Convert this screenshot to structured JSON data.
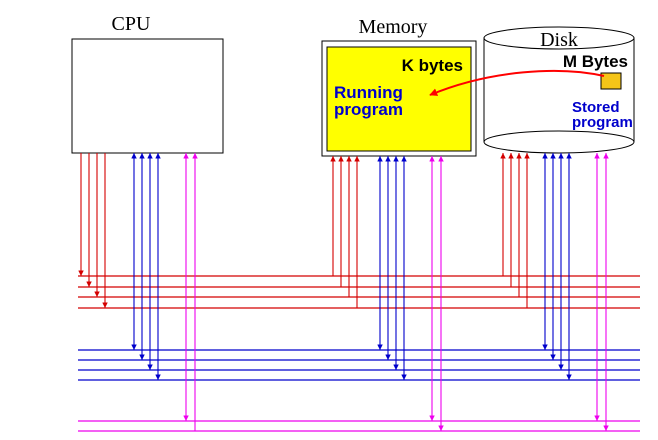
{
  "labels": {
    "cpu": "CPU",
    "memory": "Memory",
    "disk": "Disk",
    "k_bytes": "K bytes",
    "running_line1": "Running",
    "running_line2": "program",
    "m_bytes": "M Bytes",
    "stored_line1": "Stored",
    "stored_line2": "program"
  },
  "colors": {
    "outline": "#000000",
    "memory_fill": "#ffff00",
    "stored_block": "#f5c518",
    "control_bus": "#d40000",
    "address_bus": "#0000cc",
    "data_bus": "#ee00ee",
    "program_text": "#0000cc",
    "load_arrow": "#ff0000"
  }
}
